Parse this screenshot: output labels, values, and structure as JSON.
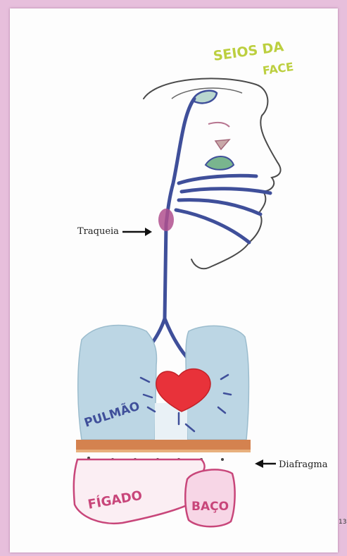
{
  "labels": {
    "title_line1": "SEIOS DA",
    "title_line2": "FACE",
    "left_note": "Traqueia",
    "right_note": "Diafragma",
    "lung_label": "PULMÃO",
    "liver_label": "FÍGADO",
    "spleen_label": "BAÇO",
    "edge_mark": "13"
  },
  "colors": {
    "frame": "#e7bfdc",
    "paper": "#fdfdfd",
    "airway": "#3f4f9a",
    "lungs": "#bcd6e4",
    "heart": "#e8323a",
    "diaphragm": "#d4824f",
    "liver_outline": "#c8467a",
    "title": "#bccf3f"
  }
}
